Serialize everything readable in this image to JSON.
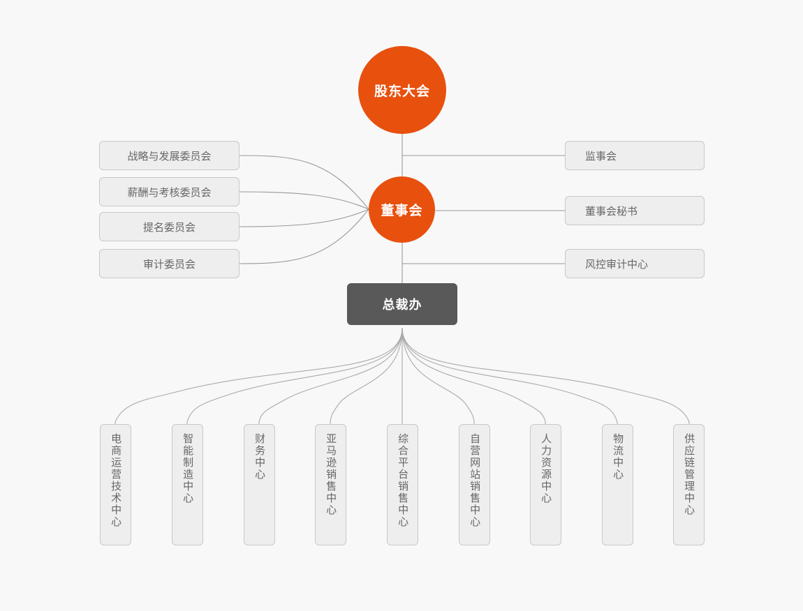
{
  "theme": {
    "background": "#f8f8f8",
    "accent": "#e8500e",
    "dark_node": "#595959",
    "box_fill": "#eeeeee",
    "box_border": "#c8c8c8",
    "text_gray": "#666666",
    "connector": "#999999"
  },
  "top": {
    "shareholders": "股东大会",
    "board": "董事会",
    "president": "总裁办"
  },
  "left_committees": [
    {
      "label": "战略与发展委员会"
    },
    {
      "label": "薪酬与考核委员会"
    },
    {
      "label": "提名委员会"
    },
    {
      "label": "审计委员会"
    }
  ],
  "right_units": [
    {
      "label": "监事会"
    },
    {
      "label": "董事会秘书"
    },
    {
      "label": "风控审计中心"
    }
  ],
  "departments": [
    {
      "label": "电商运营技术中心"
    },
    {
      "label": "智能制造中心"
    },
    {
      "label": "财务中心"
    },
    {
      "label": "亚马逊销售中心"
    },
    {
      "label": "综合平台销售中心"
    },
    {
      "label": "自营网站销售中心"
    },
    {
      "label": "人力资源中心"
    },
    {
      "label": "物流中心"
    },
    {
      "label": "供应链管理中心"
    }
  ]
}
